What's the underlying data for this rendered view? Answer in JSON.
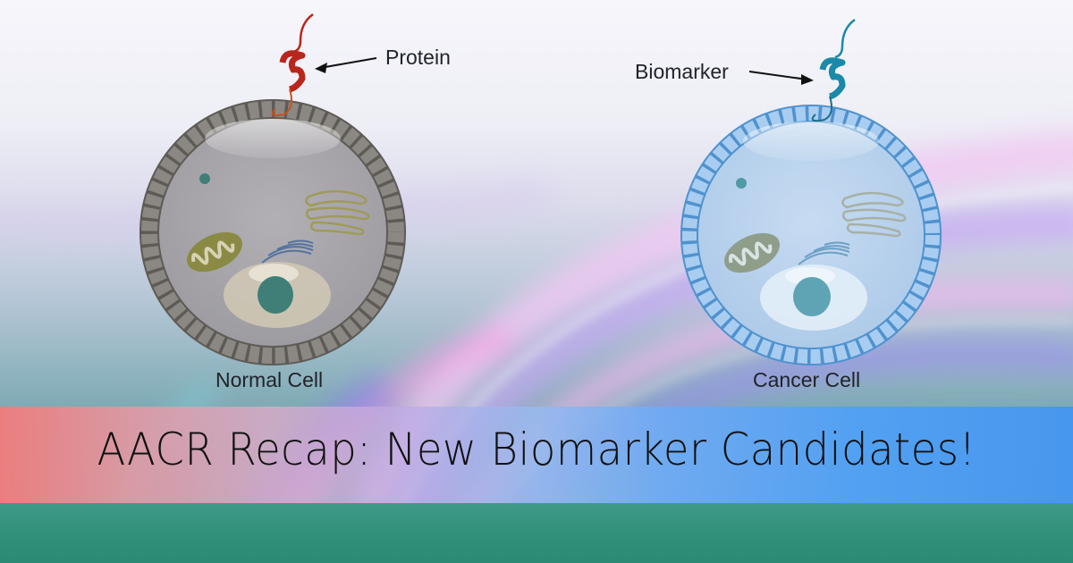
{
  "diagram": {
    "title": "AACR Recap: New Biomarker Candidates!",
    "cells": [
      {
        "label": "Normal Cell",
        "surface_molecule": "Protein",
        "membrane_color": "#7d7a74",
        "fill_color": "#a8a6a8",
        "molecule_color": "#b8261c"
      },
      {
        "label": "Cancer Cell",
        "surface_molecule": "Biomarker",
        "membrane_color": "#5b9fd8",
        "fill_color": "#b7d3ee",
        "molecule_color": "#1a8aa8"
      }
    ],
    "colors": {
      "banner_left": "#f47a7a",
      "banner_right": "#4696f0",
      "bottom_band": "#2f8f78",
      "text": "#1f2328"
    }
  }
}
